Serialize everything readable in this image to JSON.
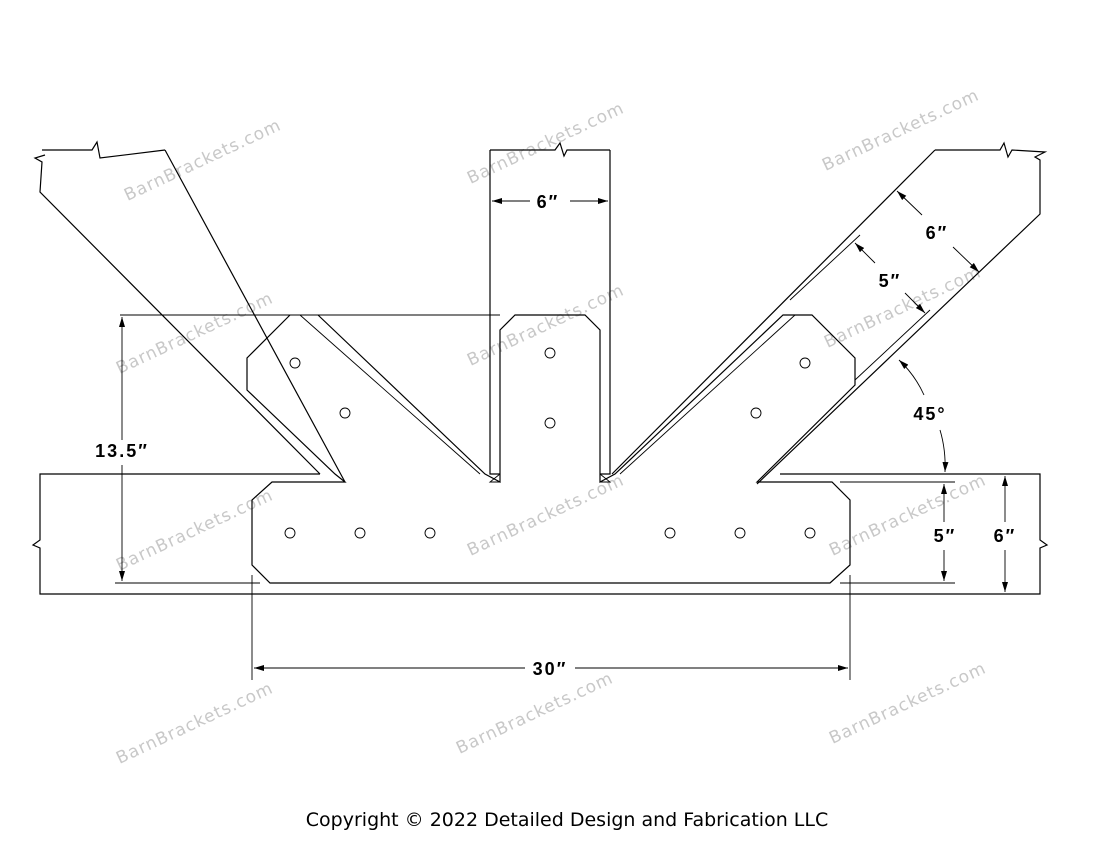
{
  "dimensions": {
    "post_width": "6″",
    "brace_width": "6″",
    "brace_leg": "5″",
    "angle": "45°",
    "bracket_height": "13.5″",
    "bracket_length": "30″",
    "beam_leg": "5″",
    "beam_depth": "6″"
  },
  "watermark": "BarnBrackets.com",
  "copyright": "Copyright © 2022 Detailed Design and Fabrication LLC",
  "line_color": "#000000",
  "watermark_color": "#c8c8c8"
}
